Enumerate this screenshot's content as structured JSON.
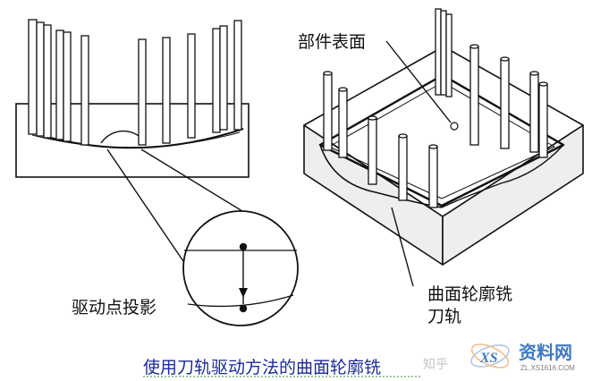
{
  "labels": {
    "part_surface": "部件表面",
    "drive_point_projection": "驱动点投影",
    "contour_line1": "曲面轮廓铣",
    "contour_line2": "刀轨"
  },
  "caption": "使用刀轨驱动方法的曲面轮廓铣",
  "watermark": {
    "zhihu": "知乎",
    "brand": "资料网",
    "url": "ZL.XS1616.COM"
  },
  "colors": {
    "ink": "#111111",
    "caption": "#1a2a9a",
    "caption_underline": "#3a8a3a",
    "top_face": "#ffffff",
    "side_face": "#eeeeee",
    "brand_blue": "#1e63b8",
    "brand_orange": "#f08a1c"
  }
}
